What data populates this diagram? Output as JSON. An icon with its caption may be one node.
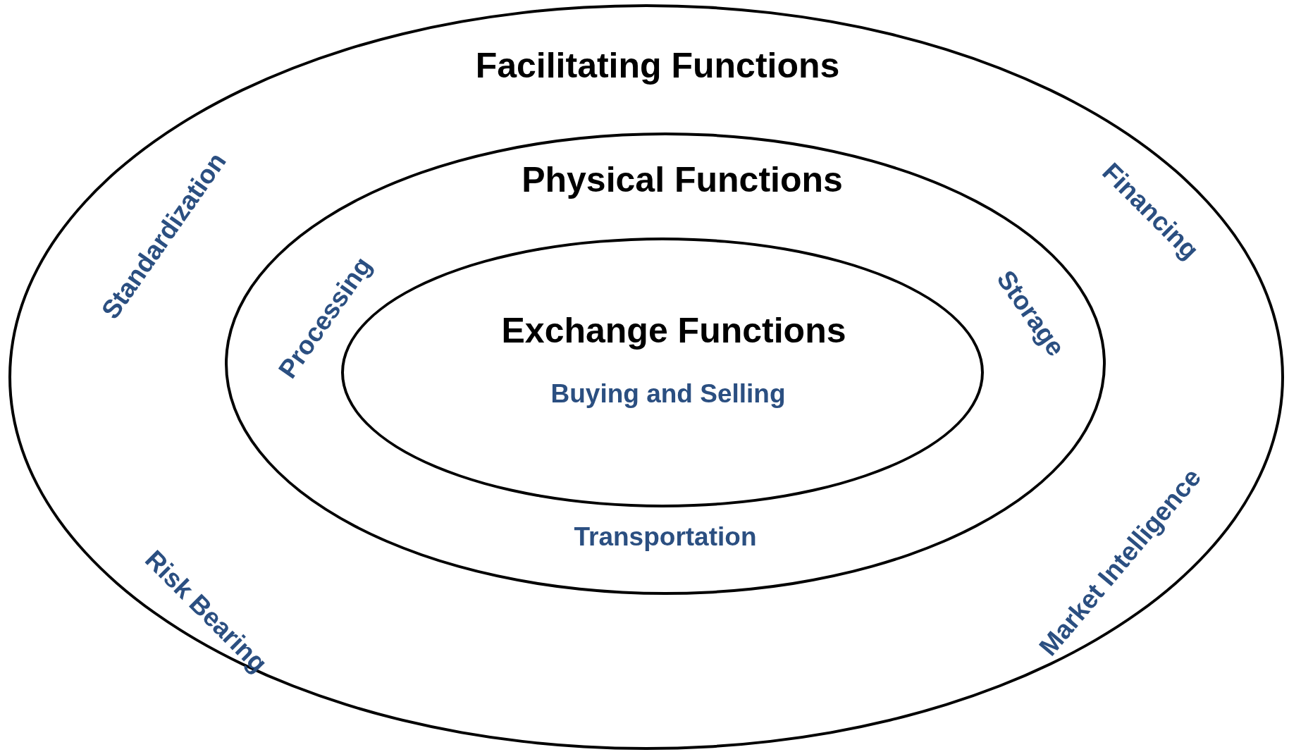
{
  "diagram": {
    "nodes": [
      {
        "text": [
          "Facilitating Functions",
          "Standardization",
          "Financing",
          "Risk Bearing",
          "Market Intelligence"
        ]
      },
      {
        "text": [
          "Physical Functions",
          "Processing",
          "Storage",
          "Transportation"
        ],
        "in": 0
      },
      {
        "text": [
          "Exchange Functions",
          "Buying and Selling"
        ],
        "in": 1
      }
    ]
  }
}
